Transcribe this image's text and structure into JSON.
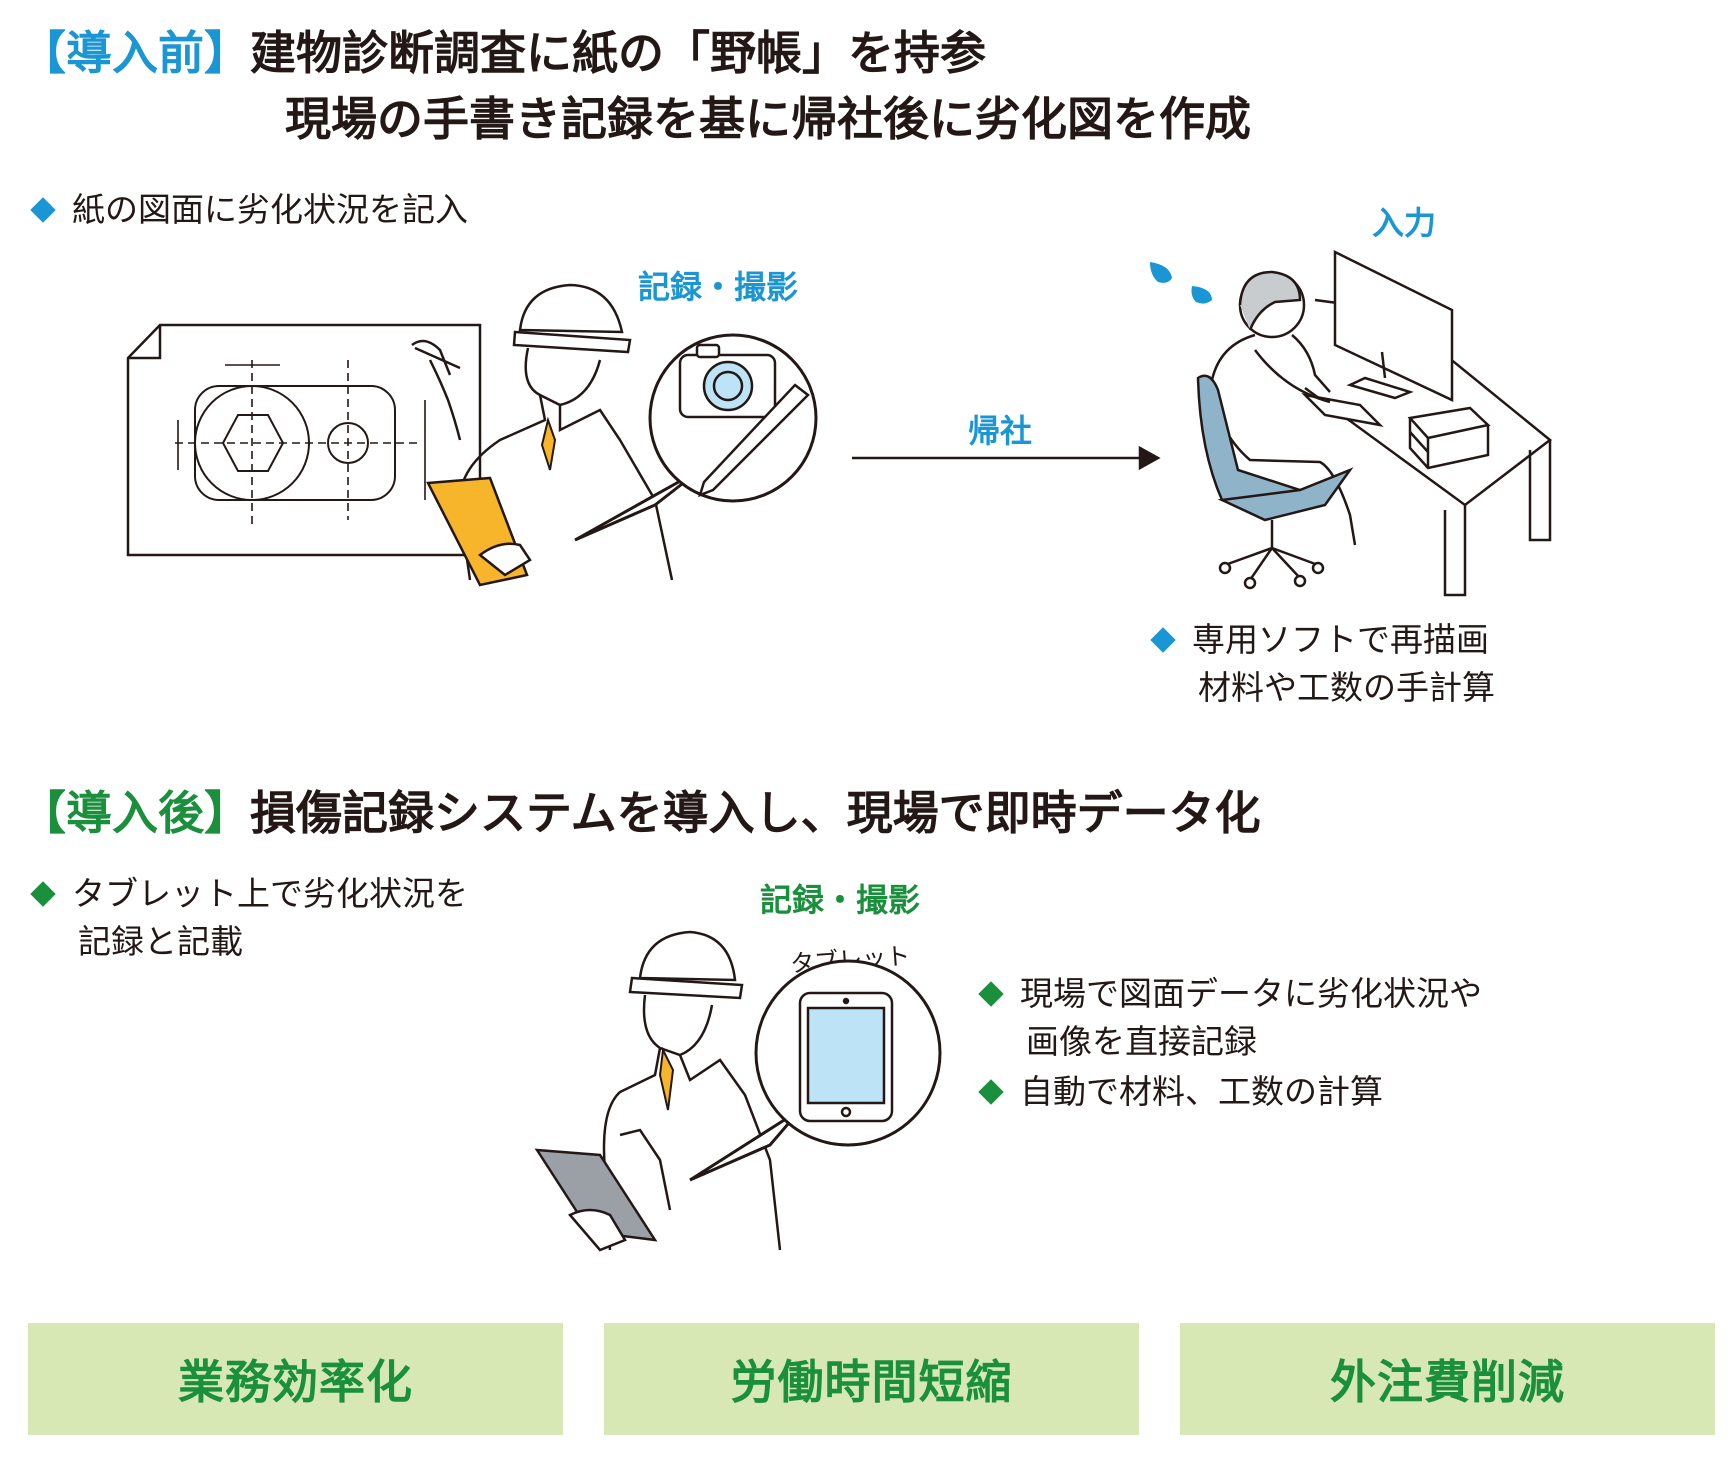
{
  "before": {
    "tag": "【導入前】",
    "title_line1": "建物診断調査に紙の「野帳」を持参",
    "title_line2": "現場の手書き記録を基に帰社後に劣化図を作成",
    "bullet": "紙の図面に劣化状況を記入",
    "label_record": "記録・撮影",
    "label_return": "帰社",
    "label_input": "入力",
    "right_bullet_line1": "専用ソフトで再描画",
    "right_bullet_line2": "材料や工数の手計算"
  },
  "after": {
    "tag": "【導入後】",
    "title": "損傷記録システムを導入し、現場で即時データ化",
    "bullet_line1": "タブレット上で劣化状況を",
    "bullet_line2": "記録と記載",
    "label_record": "記録・撮影",
    "label_tablet": "タブレット",
    "point1_line1": "現場で図面データに劣化状況や",
    "point1_line2": "画像を直接記録",
    "point2": "自動で材料、工数の計算"
  },
  "outcomes": [
    "業務効率化",
    "労働時間短縮",
    "外注費削減"
  ],
  "colors": {
    "before_accent": "#1a96d4",
    "after_accent": "#1a8f3c",
    "outcome_box": "#d7e8b4",
    "clipboard": "#f7b52c",
    "chair": "#8fb3c9",
    "tablet_screen": "#bde3f7"
  }
}
